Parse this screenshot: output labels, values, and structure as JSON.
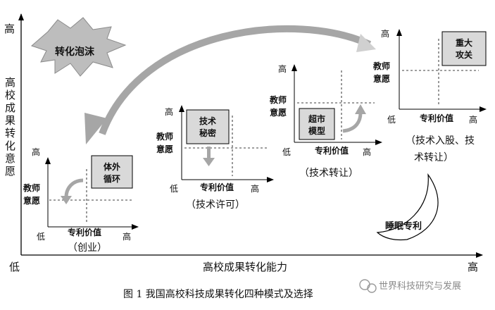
{
  "main_axes": {
    "y_high": "高",
    "y_title_chars": [
      "高",
      "校",
      "成",
      "果",
      "转",
      "化",
      "意",
      "愿"
    ],
    "x_low": "低",
    "x_title": "高校成果转化能力",
    "x_high": "高"
  },
  "bubble_label": "转化泡沫",
  "moon_label": "睡眠专利",
  "panels": [
    {
      "y_high": "高",
      "y_label_1": "教师",
      "y_label_2": "意愿",
      "x_low": "低",
      "x_label": "专利价值",
      "x_high": "高",
      "box_line_1": "体外",
      "box_line_2": "循环",
      "mode": "（创业）"
    },
    {
      "y_high": "高",
      "y_label_1": "教师",
      "y_label_2": "意愿",
      "x_low": "低",
      "x_label": "专利价值",
      "x_high": "高",
      "box_line_1": "技术",
      "box_line_2": "秘密",
      "mode": "（技术许可）"
    },
    {
      "y_high": "高",
      "y_label_1": "教师",
      "y_label_2": "意愿",
      "x_low": "低",
      "x_label": "专利价值",
      "x_high": "高",
      "box_line_1": "超市",
      "box_line_2": "模型",
      "mode": "（技术转让）"
    },
    {
      "y_high": "高",
      "y_label_1": "教师",
      "y_label_2": "意愿",
      "x_low": "低",
      "x_label": "专利价值",
      "x_high": "高",
      "box_line_1": "重大",
      "box_line_2": "攻关",
      "mode_line_1": "（技术入股、技",
      "mode_line_2": "术转让）"
    }
  ],
  "caption": "图 1  我国高校科技成果转化四种模式及选择",
  "watermark": "世界科技研究与发展",
  "colors": {
    "box_fill": "#d9d9d9",
    "arrow_gray": "#a6a6a6",
    "line": "#000000"
  }
}
